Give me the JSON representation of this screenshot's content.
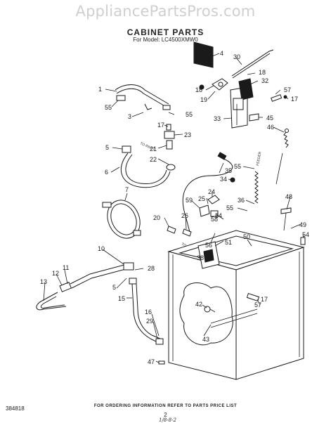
{
  "watermark": "AppliancePartsPros.com",
  "header": {
    "title": "CABINET PARTS",
    "subtitle": "For Model: LC4500XMW0"
  },
  "diagram": {
    "inlet_label_top": "TO INLET",
    "inlet_label_left": "TO INLET VALVE",
    "feeder_label": "FEEDER",
    "callouts": [
      "1",
      "3",
      "4",
      "5",
      "5",
      "6",
      "7",
      "10",
      "11",
      "12",
      "13",
      "15",
      "16",
      "17",
      "17",
      "17",
      "18",
      "18",
      "19",
      "20",
      "21",
      "22",
      "23",
      "24",
      "25",
      "26",
      "28",
      "29",
      "30",
      "32",
      "33",
      "34",
      "35",
      "36",
      "38",
      "42",
      "43",
      "45",
      "46",
      "47",
      "48",
      "49",
      "50",
      "51",
      "54",
      "54",
      "55",
      "55",
      "55",
      "55",
      "56",
      "57",
      "57",
      "58",
      "59"
    ]
  },
  "footer": {
    "code": "384818",
    "note": "FOR ORDERING INFORMATION REFER TO PARTS PRICE LIST",
    "page": "2",
    "signature": "1/8-8-2"
  }
}
